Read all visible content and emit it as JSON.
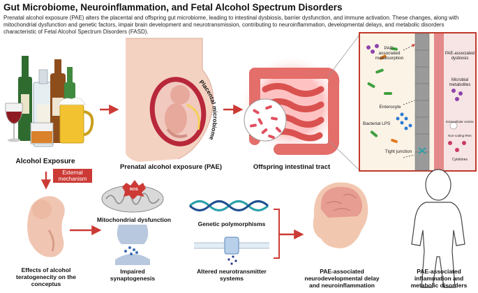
{
  "title": "Gut Microbiome, Neuroinflammation, and Fetal Alcohol Spectrum Disorders",
  "description": "Prenatal alcohol exposure (PAE) alters the placental and offspring gut microbiome, leading to intestinal dysbiosis, barrier dysfunction, and immune activation. These changes, along with mitochondrial dysfunction and genetic factors, impair brain development and neurotransmission, contributing to neuroinflammation, developmental delays, and metabolic disorders characteristic of Fetal Alcohol Spectrum Disorders (FASD).",
  "labels": {
    "alcohol_exposure": "Alcohol Exposure",
    "prenatal": "Prenatal alcohol exposure (PAE)",
    "offspring_tract": "Offspring intestinal tract",
    "placental_microbiome": "Placental microbiome",
    "external_mechanism": "External mechanism",
    "effects_alcohol": "Effects of alcohol teratogenecity on the conceptus",
    "mito": "Mitochondrial dysfunction",
    "ros": "ROS",
    "synapto": "Impaired synaptogenesis",
    "genetic": "Genetic polymorphisms",
    "neurotransmitter": "Altered neurotransmitter systems",
    "neurodev": "PAE-associated neurodevelopmental delay and neuroinflammation",
    "inflammation": "PAE-associated inflammation and metabolic disorders"
  },
  "inset": {
    "malabsorption": "PAE-associated malabsorption",
    "enterocyte": "Enterocyte",
    "bacterial_lps": "Bacterial LPS",
    "tight_junction": "Tight junction",
    "dysbiosis": "PAE-associated dysbiosis",
    "microbial_metabolites": "Microbial metabolites",
    "extracellular_vesicle": "Extracellular vesicle",
    "non_coding_rna": "Non-coding RNA",
    "cytokines": "Cytokines"
  },
  "colors": {
    "accent": "#cc3a35",
    "border": "#c0392b"
  }
}
